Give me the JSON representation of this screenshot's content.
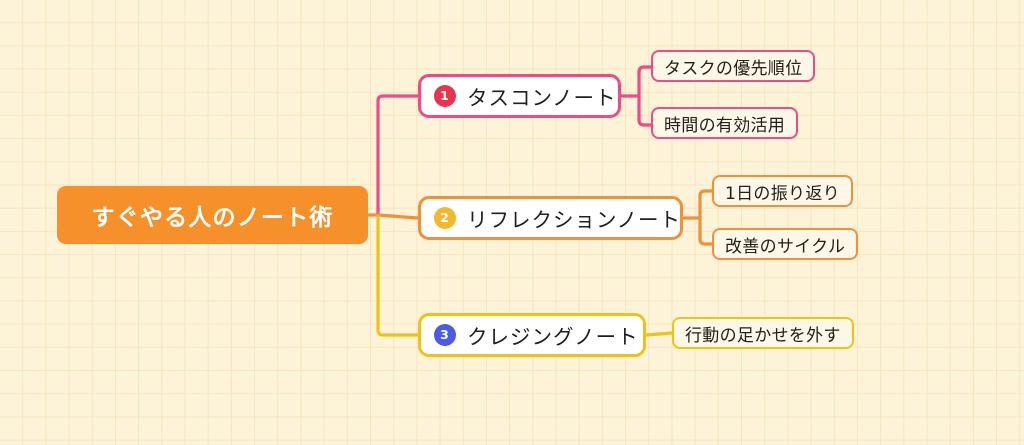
{
  "diagram": {
    "type": "mindmap",
    "background_color": "#FDF3D8",
    "root": {
      "label": "すぐやる人のノート術",
      "color": "#F5902B",
      "text_color": "#FFFFFF"
    },
    "branches": [
      {
        "number": "1",
        "label": "タスコンノート",
        "color": "#EE4B87",
        "badge_color": "#E8344E",
        "children": [
          {
            "label": "タスクの優先順位"
          },
          {
            "label": "時間の有効活用"
          }
        ]
      },
      {
        "number": "2",
        "label": "リフレクションノート",
        "color": "#F2903A",
        "badge_color": "#F5B72E",
        "children": [
          {
            "label": "1日の振り返り"
          },
          {
            "label": "改善のサイクル"
          }
        ]
      },
      {
        "number": "3",
        "label": "クレジングノート",
        "color": "#EFC316",
        "badge_color": "#4A5BE8",
        "children": [
          {
            "label": "行動の足かせを外す"
          }
        ]
      }
    ]
  }
}
